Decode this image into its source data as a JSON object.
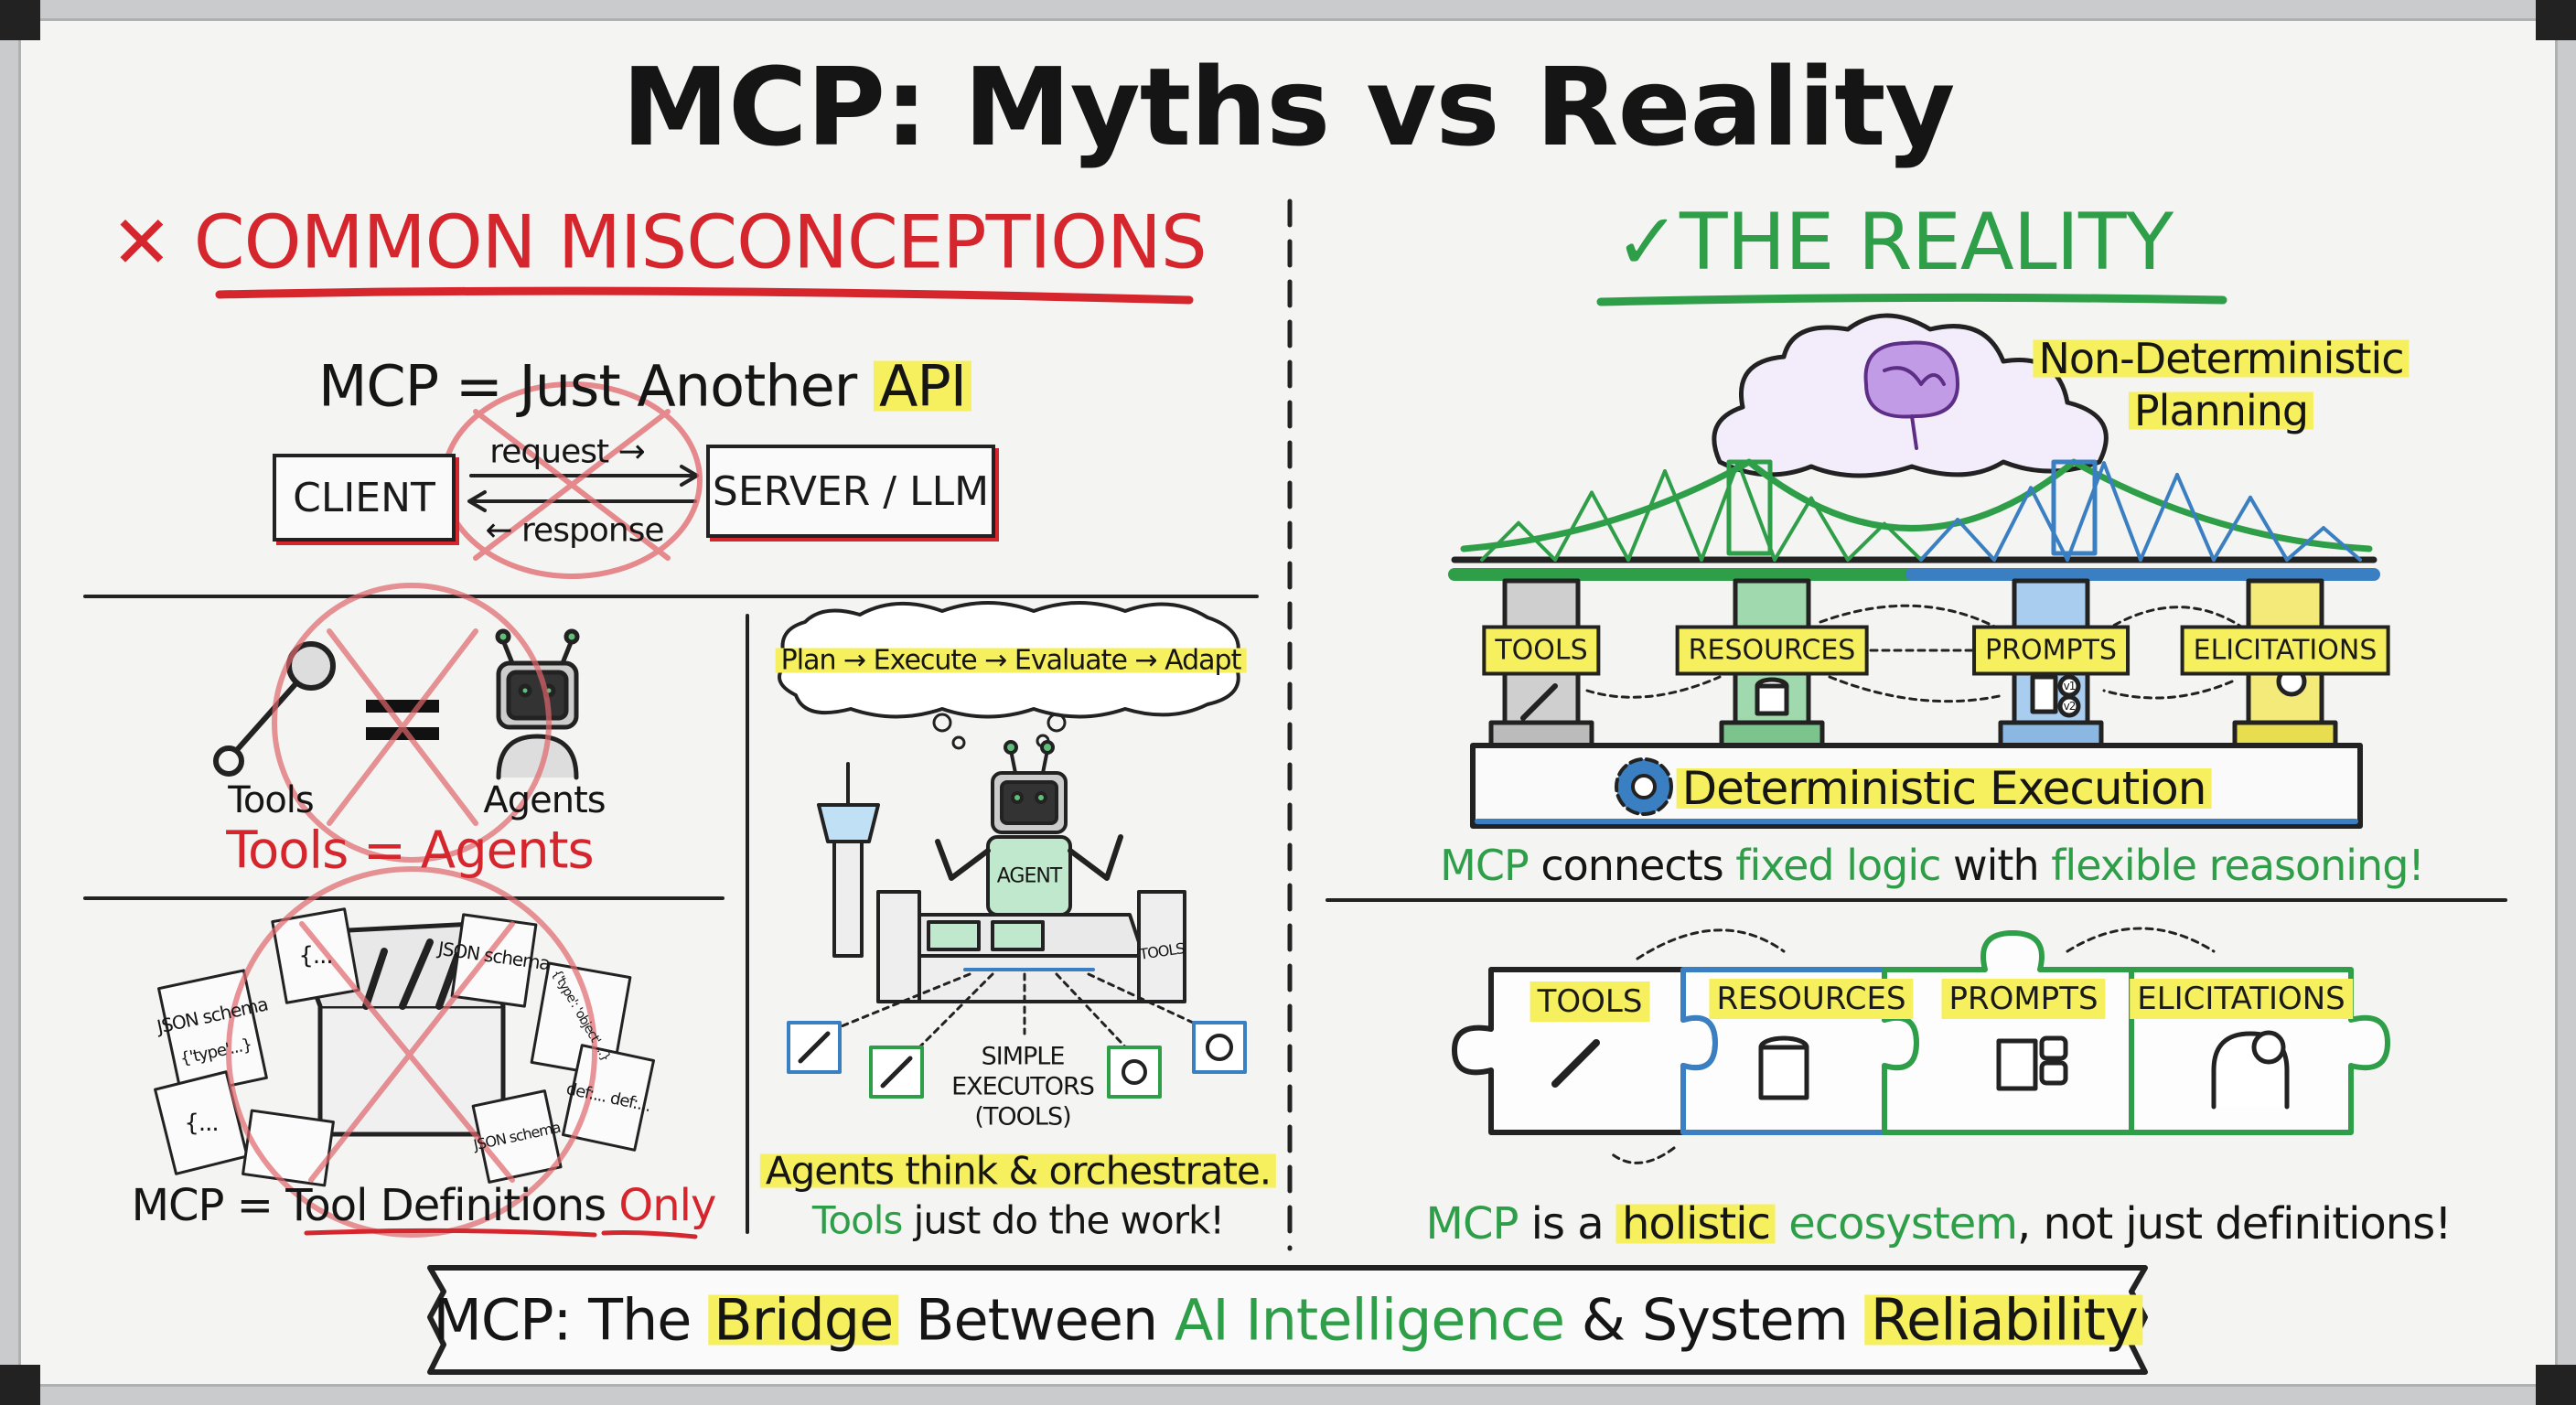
{
  "title": "MCP: Myths vs Reality",
  "colors": {
    "red": "#d6262d",
    "green": "#2e9e48",
    "blue": "#3a7fc1",
    "yellow": "#f6ef5e",
    "purple": "#a56bd6"
  },
  "left": {
    "heading_icon": "✕",
    "heading": "COMMON MISCONCEPTIONS",
    "api": {
      "prefix": "MCP = Just Another ",
      "highlight": "API",
      "client": "CLIENT",
      "server": "SERVER / LLM",
      "request": "request →",
      "response": "← response"
    },
    "tools_agents": {
      "tools_label": "Tools",
      "equals": "=",
      "agents_label": "Agents",
      "caption": "Tools = Agents"
    },
    "definitions": {
      "docs": [
        "JSON schema",
        "{'type'...}",
        "JSON schema",
        "{'type': 'object' ...}",
        "def:... def:...",
        "{...",
        "{...",
        "JSON schema"
      ],
      "prefix": "MCP = ",
      "underlined": "Tool Definitions",
      "suffix": " Only"
    },
    "agent_panel": {
      "cycle": "Plan → Execute → Evaluate → Adapt",
      "robot_label": "AGENT",
      "console_label": "TOOLS",
      "executors": [
        "SIMPLE",
        "EXECUTORS",
        "(TOOLS)"
      ],
      "caption_line1": "Agents think & orchestrate.",
      "caption_green": "Tools",
      "caption_rest": " just do the work!"
    }
  },
  "right": {
    "heading_icon": "✓",
    "heading": "THE REALITY",
    "planning": [
      "Non-Deterministic",
      "Planning"
    ],
    "pillars": [
      "TOOLS",
      "RESOURCES",
      "PROMPTS",
      "ELICITATIONS"
    ],
    "prompt_versions": [
      "v1",
      "v2"
    ],
    "base": "Deterministic Execution",
    "bridge_caption": [
      {
        "text": "MCP",
        "c": "green"
      },
      {
        "text": " connects ",
        "c": "dark"
      },
      {
        "text": "fixed logic",
        "c": "green"
      },
      {
        "text": " with ",
        "c": "dark"
      },
      {
        "text": "flexible reasoning!",
        "c": "green"
      }
    ],
    "puzzle": [
      "TOOLS",
      "RESOURCES",
      "PROMPTS",
      "ELICITATIONS"
    ],
    "ecosystem_caption": {
      "p1": "MCP",
      "p2": " is a ",
      "p3": "holistic",
      "p4": " ecosystem",
      "p5": ", not just definitions!"
    }
  },
  "banner": {
    "p1": "MCP: The ",
    "p2": "Bridge",
    "p3": " Between ",
    "p4": "AI Intelligence",
    "p5": " & System ",
    "p6": "Reliability"
  }
}
